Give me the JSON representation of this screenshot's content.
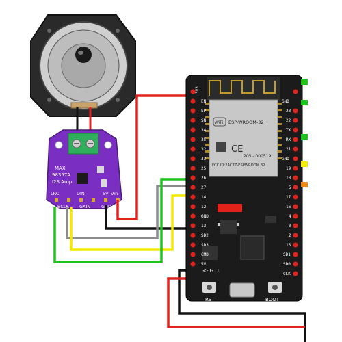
{
  "amp_board": {
    "chip": "MAX 98357A",
    "chip_line1": "MAX",
    "chip_line2": "98357A",
    "subtitle": "I2S Amp",
    "top_labels": [
      "LRC",
      "DIN",
      "5V"
    ],
    "bottom_labels": [
      "BCLK",
      "GAIN",
      "GND"
    ],
    "vin_label": "Vin"
  },
  "esp32": {
    "module_brand": "WiFi",
    "module_name": "ESP-WROOM-32",
    "ce_mark": "CE",
    "cert_number": "205 - 000519",
    "fcc_id": "FCC ID:2AC7Z-ESPWROOM 32",
    "left_pins": [
      "3V3",
      "EN",
      "SP",
      "SN",
      "34",
      "35",
      "32",
      "33",
      "25",
      "26",
      "27",
      "14",
      "12",
      "GND",
      "13",
      "SD2",
      "SD3",
      "CMD",
      "5V"
    ],
    "right_pins": [
      "GND",
      "23",
      "22",
      "TX",
      "RX",
      "21",
      "GND",
      "19",
      "18",
      "5",
      "17",
      "16",
      "4",
      "0",
      "2",
      "15",
      "SD1",
      "SD0",
      "CLK"
    ],
    "gpio_label": "<- G11",
    "rst_label": "RST",
    "boot_label": "BOOT"
  },
  "colors": {
    "amp_purple": "#7a2ec2",
    "board_dark": "#1b1b1b",
    "wire_red": "#e0231e",
    "wire_black": "#111111",
    "wire_green": "#1fc21f",
    "wire_yellow": "#f3e800",
    "wire_gray": "#8c8c8c",
    "terminal_green": "#2fae5c"
  }
}
